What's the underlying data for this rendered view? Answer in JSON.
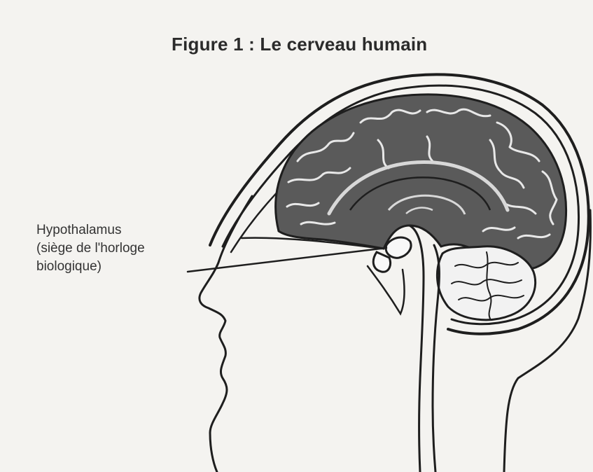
{
  "figure": {
    "title": "Figure 1 : Le cerveau humain",
    "label": {
      "lines": [
        "Hypothalamus",
        "(siège de l'horloge",
        "biologique)"
      ]
    }
  },
  "colors": {
    "background": "#f4f3f0",
    "ink": "#1e1e1e",
    "cortex_fill": "#5a5a5a",
    "cerebellum_fill": "#f2f2f2"
  }
}
